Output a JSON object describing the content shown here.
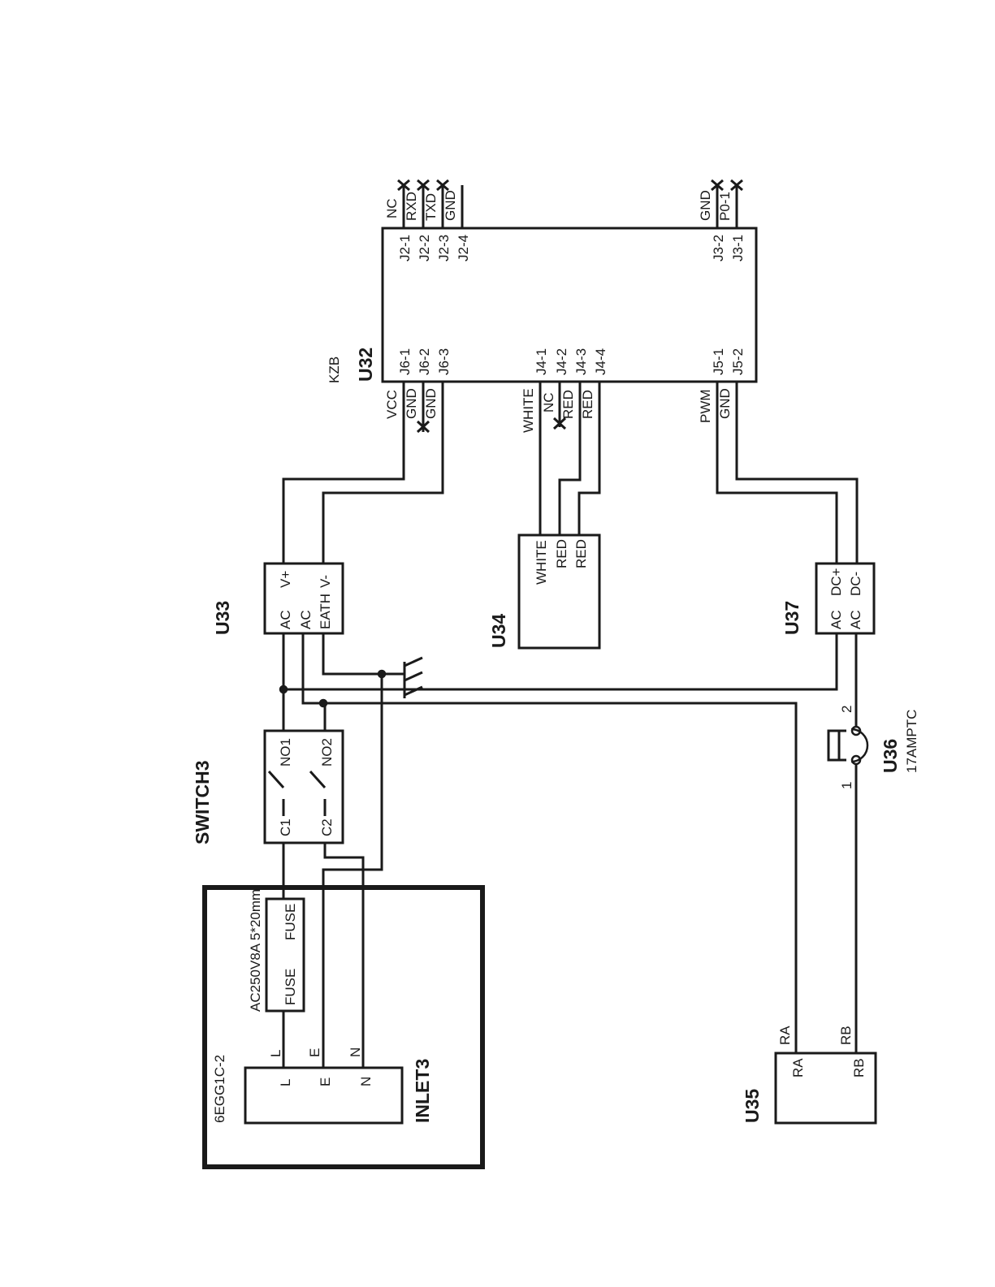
{
  "diagram": {
    "inlet": {
      "ref": "INLET3",
      "part": "6EGG1C-2",
      "pins": [
        "L",
        "E",
        "N"
      ],
      "wire_labels": [
        "L",
        "E",
        "N"
      ],
      "fuse_rating": "AC250V8A 5*20mm",
      "fuse_labels": [
        "FUSE",
        "FUSE"
      ]
    },
    "switch": {
      "ref": "SWITCH3",
      "pins": [
        "C1",
        "C2",
        "NO1",
        "NO2"
      ]
    },
    "psu": {
      "ref": "U33",
      "pins": [
        "AC",
        "AC",
        "EATH",
        "V+",
        "V-"
      ]
    },
    "lamp": {
      "ref": "U34",
      "pins": [
        "WHITE",
        "RED",
        "RED"
      ]
    },
    "driver": {
      "ref": "U37",
      "pins": [
        "AC",
        "AC",
        "DC+",
        "DC-"
      ]
    },
    "ptc": {
      "ref": "U36",
      "part": "17AMPTC",
      "pin1": "1",
      "pin2": "2"
    },
    "motor": {
      "ref": "U35",
      "pins": [
        "RA",
        "RB"
      ],
      "wire_labels": [
        "RA",
        "RB"
      ]
    },
    "controller": {
      "ref": "U32",
      "part": "KZB",
      "j6_pins": [
        "J6-1",
        "J6-2",
        "J6-3"
      ],
      "j6_nets": [
        "VCC",
        "GND",
        "GND"
      ],
      "j4_pins": [
        "J4-1",
        "J4-2",
        "J4-3",
        "J4-4"
      ],
      "j4_nets": [
        "WHITE",
        "NC",
        "RED",
        "RED"
      ],
      "j5_pins": [
        "J5-1",
        "J5-2"
      ],
      "j5_nets": [
        "PWM",
        "GND"
      ],
      "j2_pins": [
        "J2-1",
        "J2-2",
        "J2-3",
        "J2-4"
      ],
      "j2_nets": [
        "NC",
        "RXD",
        "TXD",
        "GND"
      ],
      "j3_pins": [
        "J3-2",
        "J3-1"
      ],
      "j3_nets": [
        "GND",
        "P0-1"
      ]
    }
  }
}
